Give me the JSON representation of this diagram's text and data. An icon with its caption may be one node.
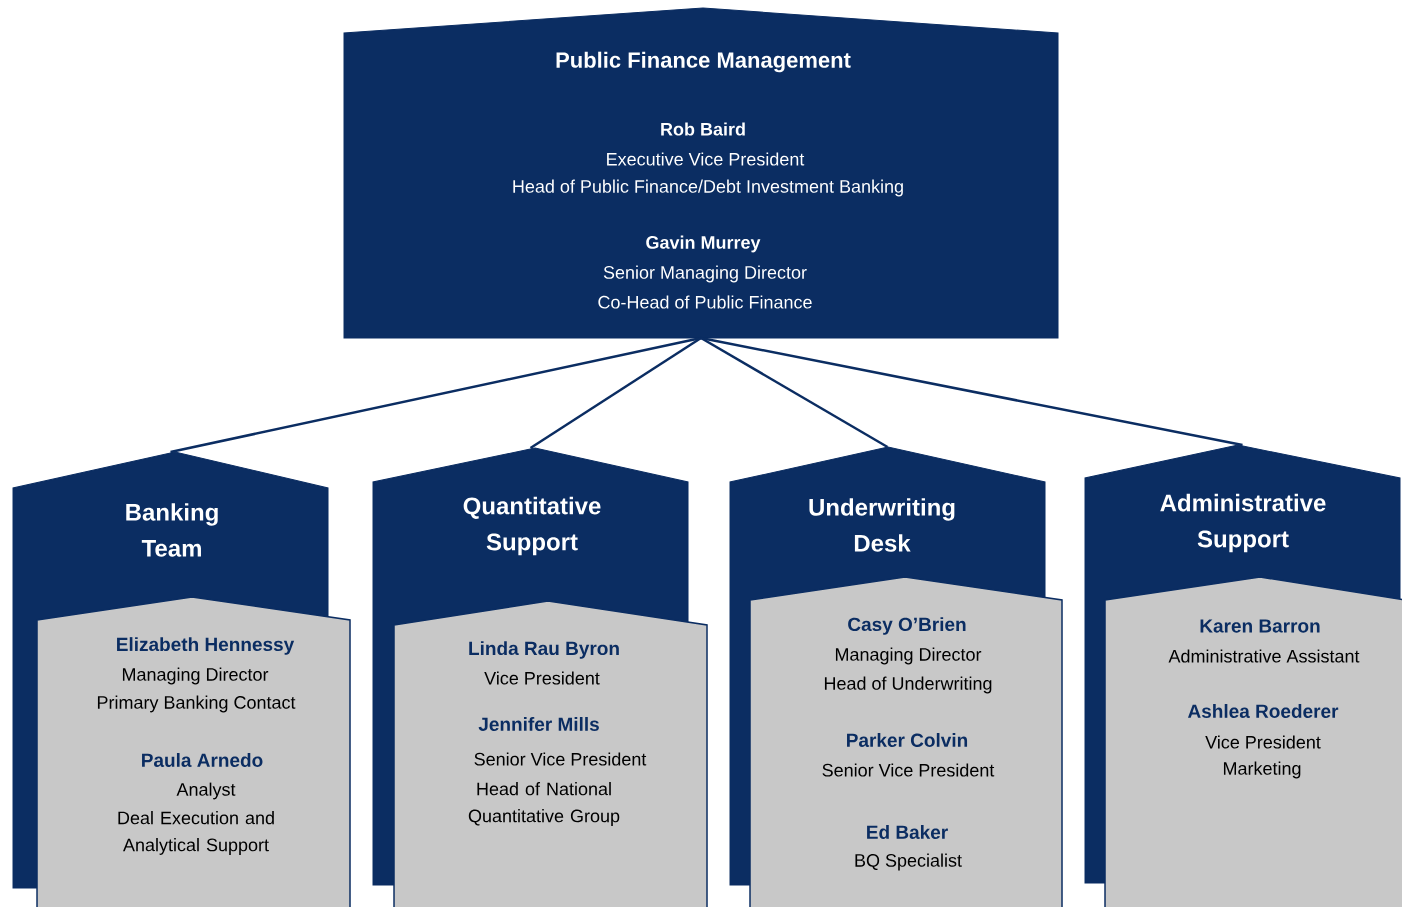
{
  "diagram": {
    "nodes": [
      {
        "text": [
          "Public Finance Management",
          "Rob Baird",
          "Executive Vice President",
          "Head of Public Finance/Debt Investment Banking",
          "Gavin Murrey",
          "Senior Managing Director",
          "Co-Head of Public Finance"
        ]
      },
      {
        "text": [
          "Banking Team"
        ]
      },
      {
        "text": [
          "Elizabeth Hennessy",
          "Managing Director",
          "Primary Banking Contact",
          "Paula Arnedo",
          "Analyst",
          "Deal Execution and Analytical Support"
        ]
      },
      {
        "text": [
          "Quantitative Support"
        ]
      },
      {
        "text": [
          "Linda Rau Byron",
          "Vice President",
          "Jennifer Mills",
          "Senior Vice President",
          "Head of National Quantitative Group"
        ]
      },
      {
        "text": [
          "Underwriting Desk"
        ]
      },
      {
        "text": [
          "Casy O’Brien",
          "Managing Director",
          "Head of Underwriting",
          "Parker Colvin",
          "Senior Vice President",
          "Ed Baker",
          "BQ Specialist"
        ]
      },
      {
        "text": [
          "Administrative Support"
        ]
      },
      {
        "text": [
          "Karen Barron",
          "Administrative Assistant",
          "Ashlea Roederer",
          "Vice President",
          "Marketing"
        ]
      }
    ],
    "edges": [
      {
        "from": 0,
        "to": 1,
        "arrow": "none"
      },
      {
        "from": 0,
        "to": 3,
        "arrow": "none"
      },
      {
        "from": 0,
        "to": 5,
        "arrow": "none"
      },
      {
        "from": 0,
        "to": 7,
        "arrow": "none"
      }
    ]
  }
}
